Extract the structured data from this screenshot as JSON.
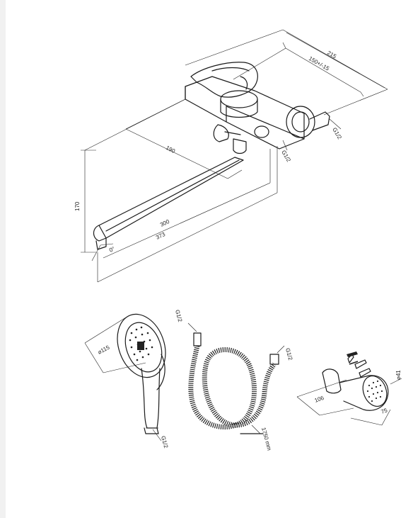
{
  "faucet": {
    "dim_215": "215",
    "dim_150_15": "150+/-15",
    "dim_190": "190",
    "dim_170": "170",
    "dim_300": "300",
    "dim_373": "373",
    "dim_angle": "0°",
    "thread_right": "G1/2",
    "thread_bottom": "G1/2"
  },
  "shower_head": {
    "dim_diameter": "⌀115",
    "thread": "G1/2"
  },
  "hose": {
    "thread_top": "G1/2",
    "thread_right": "G1/2",
    "length": "1750 mm"
  },
  "holder": {
    "dim_106": "106",
    "dim_75": "75",
    "dim_41": "⌀41"
  }
}
